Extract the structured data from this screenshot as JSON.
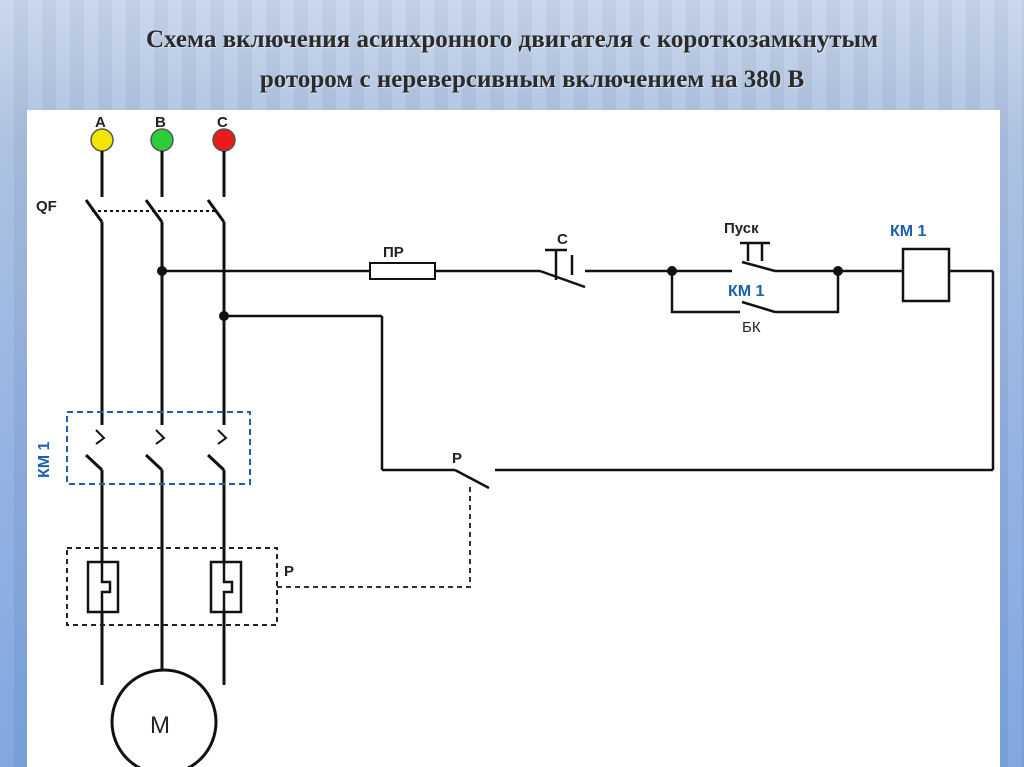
{
  "slide": {
    "title_line1": "Схема включения асинхронного двигателя с короткозамкнутым",
    "title_line2": "ротором с нереверсивным включением на 380 В"
  },
  "diagram": {
    "phases": [
      {
        "label": "A",
        "color": "#f2e600"
      },
      {
        "label": "B",
        "color": "#2fcc3a"
      },
      {
        "label": "C",
        "color": "#e81c1c"
      }
    ],
    "breaker_label": "QF",
    "fuse_label": "ПР",
    "stop_label": "С",
    "start_label": "Пуск",
    "coil_label": "КМ 1",
    "hold_contact_label": "КМ 1",
    "hold_contact_sub": "БК",
    "contactor_label": "КМ 1",
    "relay_contact_label": "Р",
    "thermal_relay_label": "Р",
    "motor_label": "М",
    "colors": {
      "accent_blue": "#1a5fb0",
      "wire": "#111111"
    }
  }
}
